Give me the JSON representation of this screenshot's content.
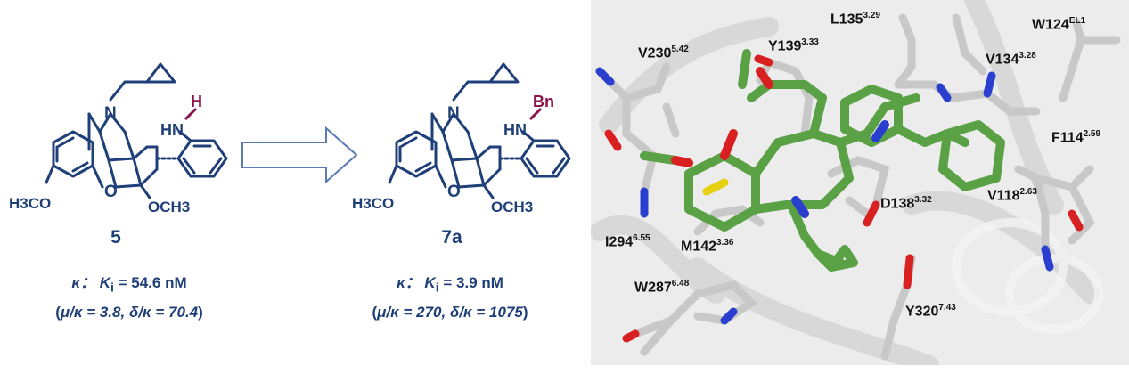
{
  "compound_left": {
    "number": "5",
    "n_substituent": "H",
    "nh_label": "HN",
    "ome_left": "H3CO",
    "ome_right": "OCH3",
    "ring_o": "O",
    "n_label": "N",
    "ki_prefix": "κ：",
    "ki_sym": "K",
    "ki_sub": "i",
    "ki_value": "= 54.6 nM",
    "sel_mu": "μ/κ = 3.8,",
    "sel_delta": "δ/κ = 70.4"
  },
  "compound_right": {
    "number": "7a",
    "n_substituent": "Bn",
    "nh_label": "N",
    "h_label": "H",
    "ome_left": "H3CO",
    "ome_right": "OCH3",
    "ring_o": "O",
    "n_label": "N",
    "ki_prefix": "κ：",
    "ki_sym": "K",
    "ki_sub": "i",
    "ki_value": "= 3.9 nM",
    "sel_mu": "μ/κ = 270,",
    "sel_delta": "δ/κ = 1075"
  },
  "colors": {
    "molecule": "#1f3f78",
    "highlight": "#8b1450",
    "ligand": "#5aa146",
    "protein_stick": "#c8c8c8",
    "oxygen": "#d92020",
    "nitrogen": "#2a3fcf",
    "sulfur": "#e6d010"
  },
  "residues": [
    {
      "name": "L135",
      "sup": "3.29"
    },
    {
      "name": "W124",
      "sup": "EL1"
    },
    {
      "name": "V230",
      "sup": "5.42"
    },
    {
      "name": "Y139",
      "sup": "3.33"
    },
    {
      "name": "V134",
      "sup": "3.28"
    },
    {
      "name": "F114",
      "sup": "2.59"
    },
    {
      "name": "D138",
      "sup": "3.32"
    },
    {
      "name": "V118",
      "sup": "2.63"
    },
    {
      "name": "I294",
      "sup": "6.55"
    },
    {
      "name": "M142",
      "sup": "3.36"
    },
    {
      "name": "W287",
      "sup": "6.48"
    },
    {
      "name": "Y320",
      "sup": "7.43"
    }
  ]
}
